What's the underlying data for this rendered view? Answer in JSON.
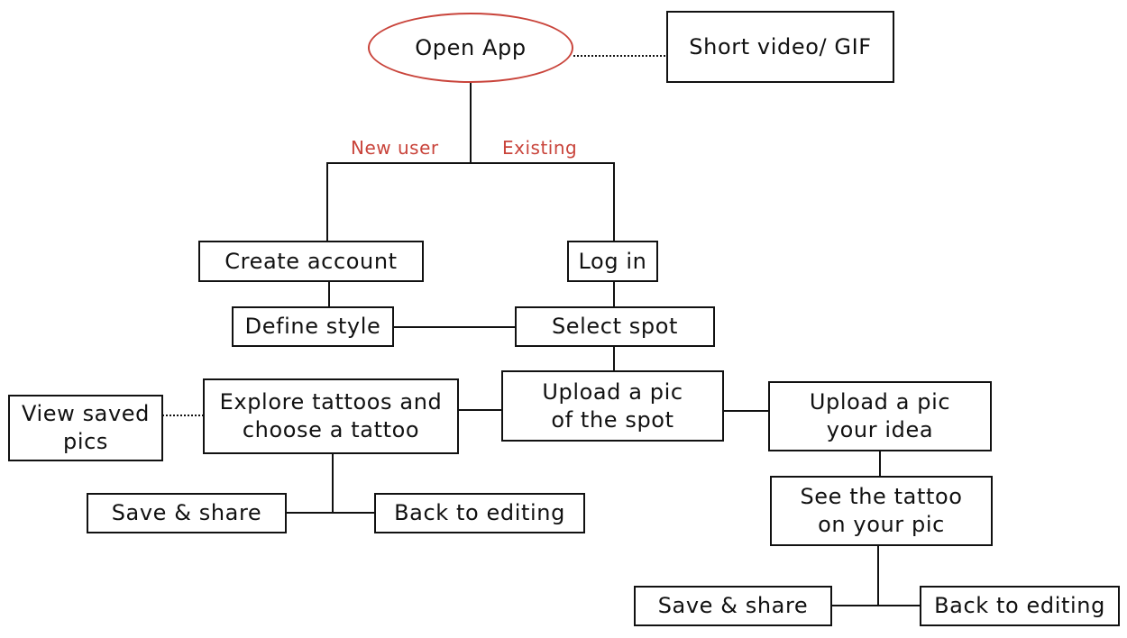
{
  "colors": {
    "stroke": "#111111",
    "accent": "#c9443b",
    "background": "#ffffff"
  },
  "nodes": {
    "open_app": "Open App",
    "short_video": "Short video/ GIF",
    "create_account": "Create account",
    "log_in": "Log in",
    "define_style": "Define style",
    "select_spot": "Select spot",
    "view_saved_pics": "View saved\npics",
    "explore_tattoos": "Explore tattoos and\nchoose a tattoo",
    "upload_spot": "Upload a pic\nof the spot",
    "upload_idea": "Upload a pic\nyour idea",
    "save_share_left": "Save & share",
    "back_editing_left": "Back to editing",
    "see_tattoo": "See the tattoo\non your pic",
    "save_share_right": "Save & share",
    "back_editing_right": "Back to editing"
  },
  "edge_labels": {
    "new_user": "New user",
    "existing": "Existing"
  }
}
